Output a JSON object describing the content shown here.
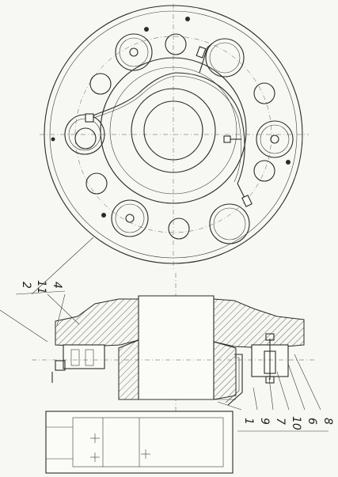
{
  "callouts_left": [
    "2",
    "11",
    "4"
  ],
  "callouts_bottom": [
    "1",
    "9",
    "7",
    "10",
    "6",
    "8"
  ],
  "colors": {
    "ink": "#2a2a2a",
    "paper": "#f7f7f3"
  }
}
